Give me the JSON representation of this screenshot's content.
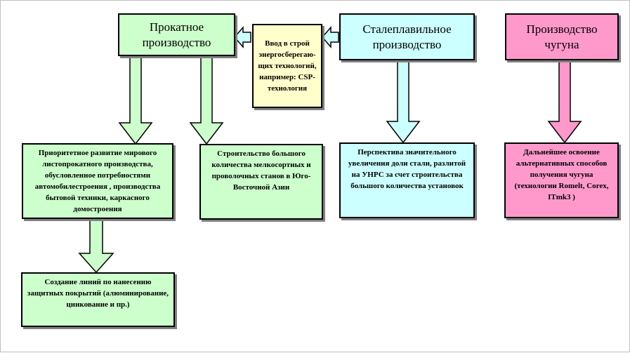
{
  "colors": {
    "green": "#ccffcc",
    "cyan": "#ccffff",
    "pink": "#ff99cc",
    "yellow": "#ffffcc"
  },
  "nodes": {
    "rolling": "Прокатное производство",
    "steelmaking": "Сталеплавильное производство",
    "pig_iron": "Производство чугуна",
    "energy_saving": "Ввод в строй энергосберегаю-щих технологий, например: CSP-технология",
    "flat_rolled": "Приоритетное развитие мирового листопрокатного производства, обусловленное потребностями автомобилестроения , производства бытовой техники, каркасного домостроения",
    "mini_mills": "Строительство большого количества мелкосортных и проволочных станов в Юго-Восточной Азии",
    "ccm_share": "Перспектива значительного увеличения доли стали, разлитой на УНРС  за счет строительства большого количества установок",
    "alt_iron": "Дальнейшее освоение альтернативных способов получения чугуна (технологии Romelt, Corex, ITmk3 )",
    "coating_lines": "Создание линий по нанесению защитных покрытий (алюминирование, цинкование и пр.)"
  }
}
